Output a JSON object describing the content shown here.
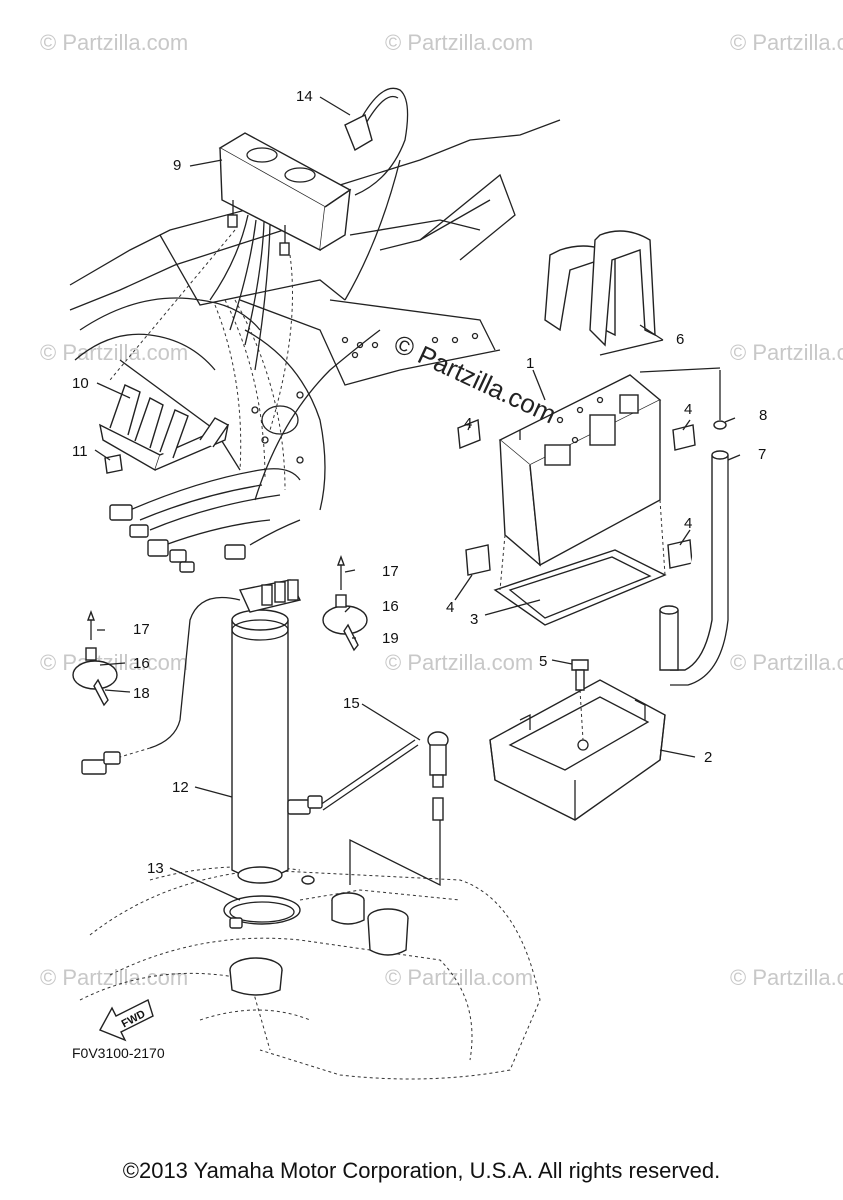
{
  "watermarks": {
    "text": "© Partzilla.com",
    "center_text": "© Partzilla.com"
  },
  "callouts": [
    {
      "id": "c1",
      "label": "1"
    },
    {
      "id": "c2",
      "label": "2"
    },
    {
      "id": "c3",
      "label": "3"
    },
    {
      "id": "c4a",
      "label": "4"
    },
    {
      "id": "c4b",
      "label": "4"
    },
    {
      "id": "c4c",
      "label": "4"
    },
    {
      "id": "c4d",
      "label": "4"
    },
    {
      "id": "c5",
      "label": "5"
    },
    {
      "id": "c6",
      "label": "6"
    },
    {
      "id": "c7",
      "label": "7"
    },
    {
      "id": "c8",
      "label": "8"
    },
    {
      "id": "c9",
      "label": "9"
    },
    {
      "id": "c10",
      "label": "10"
    },
    {
      "id": "c11",
      "label": "11"
    },
    {
      "id": "c12",
      "label": "12"
    },
    {
      "id": "c13",
      "label": "13"
    },
    {
      "id": "c14",
      "label": "14"
    },
    {
      "id": "c15",
      "label": "15"
    },
    {
      "id": "c16a",
      "label": "16"
    },
    {
      "id": "c16b",
      "label": "16"
    },
    {
      "id": "c17a",
      "label": "17"
    },
    {
      "id": "c17b",
      "label": "17"
    },
    {
      "id": "c18",
      "label": "18"
    },
    {
      "id": "c19",
      "label": "19"
    }
  ],
  "fwd_label": "FWD",
  "diagram_code": "F0V3100-2170",
  "copyright": "©2013 Yamaha Motor Corporation, U.S.A. All rights reserved."
}
